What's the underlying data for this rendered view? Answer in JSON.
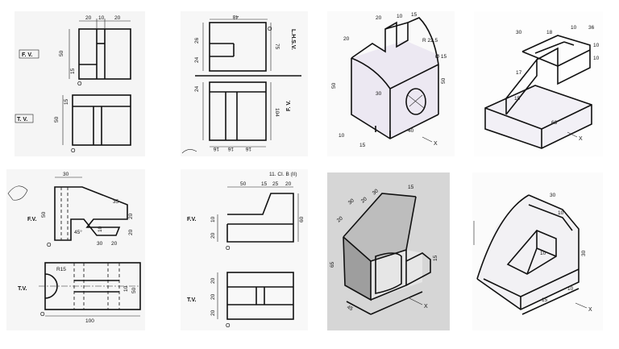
{
  "figure_1": {
    "front_view_label": "F. V.",
    "top_view_label": "T. V.",
    "dims": {
      "w1": "20",
      "w2": "10",
      "w3": "20",
      "h1": "50",
      "h2": "15",
      "t_h1": "15",
      "t_h2": "50"
    },
    "origin_fv": "O",
    "origin_tv": "O"
  },
  "figure_2": {
    "dims": {
      "top": "48",
      "d1": "26",
      "d2": "24",
      "d3": "24",
      "d4": "75",
      "d5": "104",
      "b1": "16",
      "b2": "16",
      "b3": "16"
    },
    "side_label_top": "L.H.S.V.",
    "side_label_bottom": "F. V.",
    "origin": "O"
  },
  "figure_3": {
    "dims": {
      "a": "20",
      "b": "20",
      "c": "10",
      "d": "15",
      "e": "R 22.5",
      "f": "Ø 15",
      "g": "30",
      "h": "50",
      "i": "40",
      "j": "10",
      "k": "15",
      "l": "50"
    },
    "axis_label": "X"
  },
  "figure_4": {
    "dims": {
      "a": "30",
      "b": "18",
      "c": "10",
      "d": "36",
      "e": "10",
      "f": "10",
      "g": "17",
      "h": "15",
      "i": "68"
    },
    "axis_label": "X"
  },
  "figure_5": {
    "front_view_label": "F.V.",
    "top_view_label": "T.V.",
    "dims": {
      "a": "30",
      "b": "35",
      "c": "20",
      "d": "50",
      "e": "20",
      "f": "30",
      "g": "45°",
      "h": "10",
      "r": "R15",
      "i": "10",
      "j": "50",
      "k": "100",
      "l": "20"
    },
    "origin_fv": "O",
    "origin_tv": "O"
  },
  "figure_6": {
    "front_view_label": "F.V.",
    "top_view_label": "T.V.",
    "dims": {
      "a": "50",
      "b": "15",
      "c": "25",
      "d": "20",
      "e": "10",
      "f": "20",
      "g": "60",
      "h": "20",
      "i": "20",
      "j": "20"
    },
    "origin_fv": "O",
    "origin_tv": "O",
    "corner_text": "11.  CI. B (II)"
  },
  "figure_7": {
    "dims": {
      "a": "30",
      "b": "20",
      "c": "30",
      "d": "20",
      "e": "15",
      "f": "65",
      "g": "15",
      "h": "45"
    },
    "axis_label": "X"
  },
  "figure_8": {
    "dims": {
      "a": "30",
      "b": "30",
      "c": "10",
      "d": "10",
      "e": "15",
      "f": "10"
    },
    "axis_label": "X"
  }
}
